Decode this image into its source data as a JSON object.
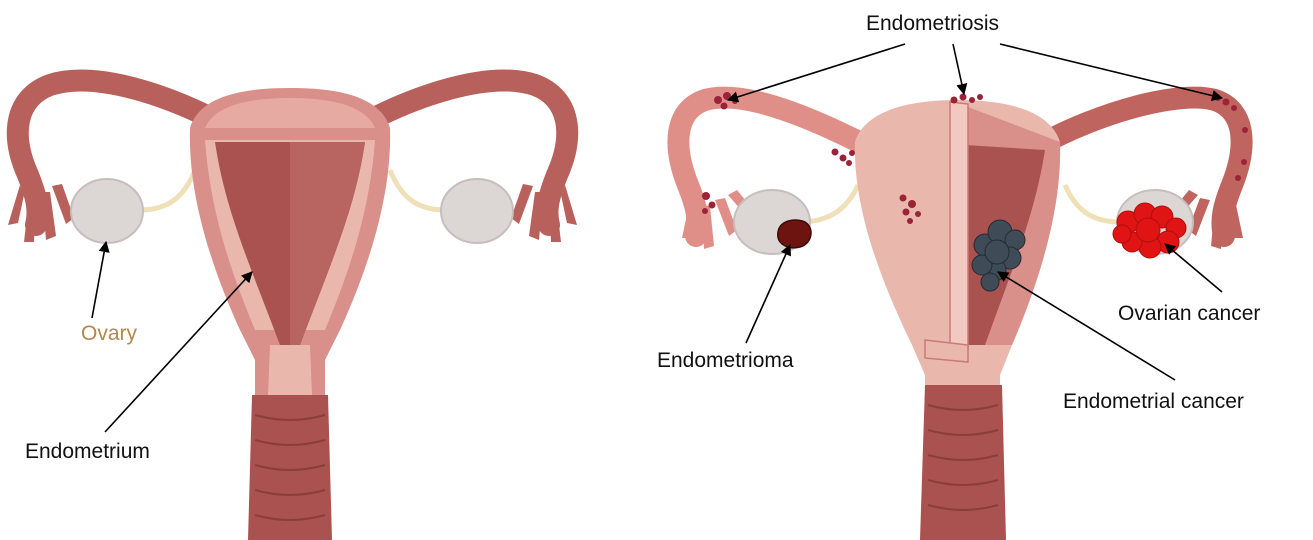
{
  "labels": {
    "ovary": "Ovary",
    "endometrium": "Endometrium",
    "endometriosis": "Endometriosis",
    "endometrioma": "Endometrioma",
    "endometrial_cancer": "Endometrial cancer",
    "ovarian_cancer": "Ovarian cancer"
  },
  "colors": {
    "tissue": "#d98f8a",
    "tissue_light": "#eab7ad",
    "tissue_dark": "#8e3f3e",
    "lumen": "#a9524f",
    "ovary": "#dcd6d4",
    "lesion": "#9b2337",
    "endometrioma": "#6e1410",
    "endometrial_cancer": "#3f4b57",
    "ovarian_cancer": "#e01414",
    "ovary_label": "#b5874f"
  }
}
